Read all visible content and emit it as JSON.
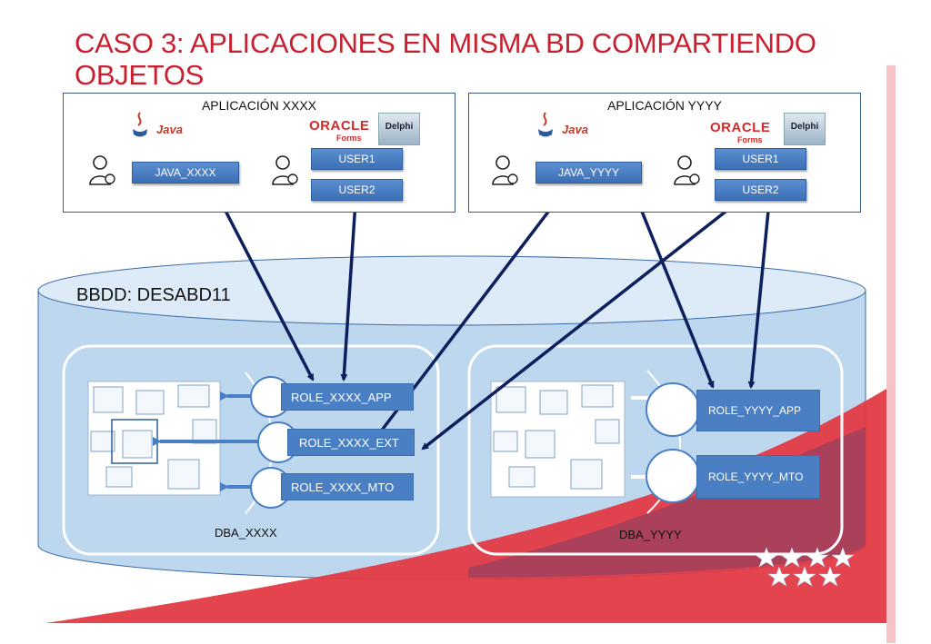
{
  "title": "CASO 3: APLICACIONES EN MISMA BD COMPARTIENDO OBJETOS",
  "app_xxxx": {
    "title": "APLICACIÓN XXXX",
    "java_label": "Java",
    "oracle_label": "ORACLE",
    "forms_label": "Forms",
    "delphi_label": "Delphi",
    "java_user": "JAVA_XXXX",
    "user1": "USER1",
    "user2": "USER2"
  },
  "app_yyyy": {
    "title": "APLICACIÓN YYYY",
    "java_label": "Java",
    "oracle_label": "ORACLE",
    "forms_label": "Forms",
    "delphi_label": "Delphi",
    "java_user": "JAVA_YYYY",
    "user1": "USER1",
    "user2": "USER2"
  },
  "database": {
    "label": "BBDD: DESABD11",
    "schema_xxxx": {
      "label": "DBA_XXXX",
      "roles": [
        "ROLE_XXXX_APP",
        "ROLE_XXXX_EXT",
        "ROLE_XXXX_MTO"
      ]
    },
    "schema_yyyy": {
      "label": "DBA_YYYY",
      "roles": [
        "ROLE_YYYY_APP",
        "ROLE_YYYY_MTO"
      ]
    }
  },
  "colors": {
    "title": "#c8202f",
    "arrow": "#0d1f5c",
    "role_fill": "#4a7fc4",
    "cylinder": "#bdd7ee",
    "red_band": "#e23a45"
  }
}
